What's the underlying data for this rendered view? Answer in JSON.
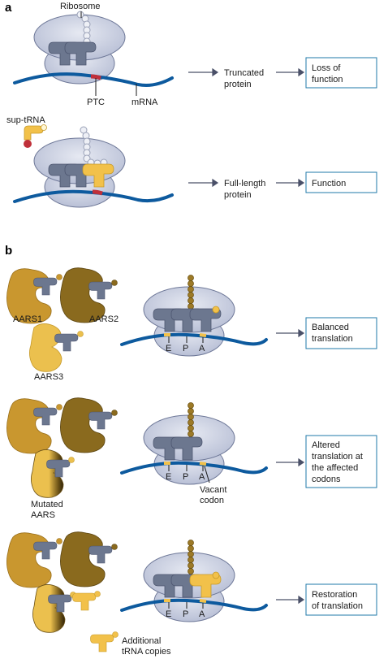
{
  "panels": {
    "a": "a",
    "b": "b"
  },
  "panel_a": {
    "ribosome": "Ribosome",
    "ptc": "PTC",
    "mrna": "mRNA",
    "sup_trna": "sup-tRNA",
    "row1": {
      "product": [
        "Truncated",
        "protein"
      ],
      "outcome": [
        "Loss of",
        "function"
      ]
    },
    "row2": {
      "product": [
        "Full-length",
        "protein"
      ],
      "outcome": [
        "Function"
      ]
    }
  },
  "panel_b": {
    "enzymes": {
      "aars1": "AARS1",
      "aars2": "AARS2",
      "aars3": "AARS3",
      "mutated": [
        "Mutated",
        "AARS"
      ]
    },
    "sites": {
      "e": "E",
      "p": "P",
      "a": "A"
    },
    "vacant": [
      "Vacant",
      "codon"
    ],
    "additional": [
      "Additional",
      "tRNA copies"
    ],
    "outcomes": {
      "balanced": [
        "Balanced",
        "translation"
      ],
      "altered": [
        "Altered",
        "translation at",
        "the affected",
        "codons"
      ],
      "restoration": [
        "Restoration",
        "of translation"
      ]
    }
  },
  "colors": {
    "ribosome": "#cdd3e4",
    "ribosome_outline": "#6d7797",
    "mrna": "#0d5a9e",
    "trna_gray": "#6c778f",
    "trna_gold": "#f2c14a",
    "stop_red": "#c0303a",
    "aars1": "#c9972f",
    "aars2": "#8a6a1e",
    "aars3": "#ebc04e",
    "amino_chain": "#9d7a27",
    "outcome_box": "#1f78a8",
    "arrow": "#4a5068"
  }
}
